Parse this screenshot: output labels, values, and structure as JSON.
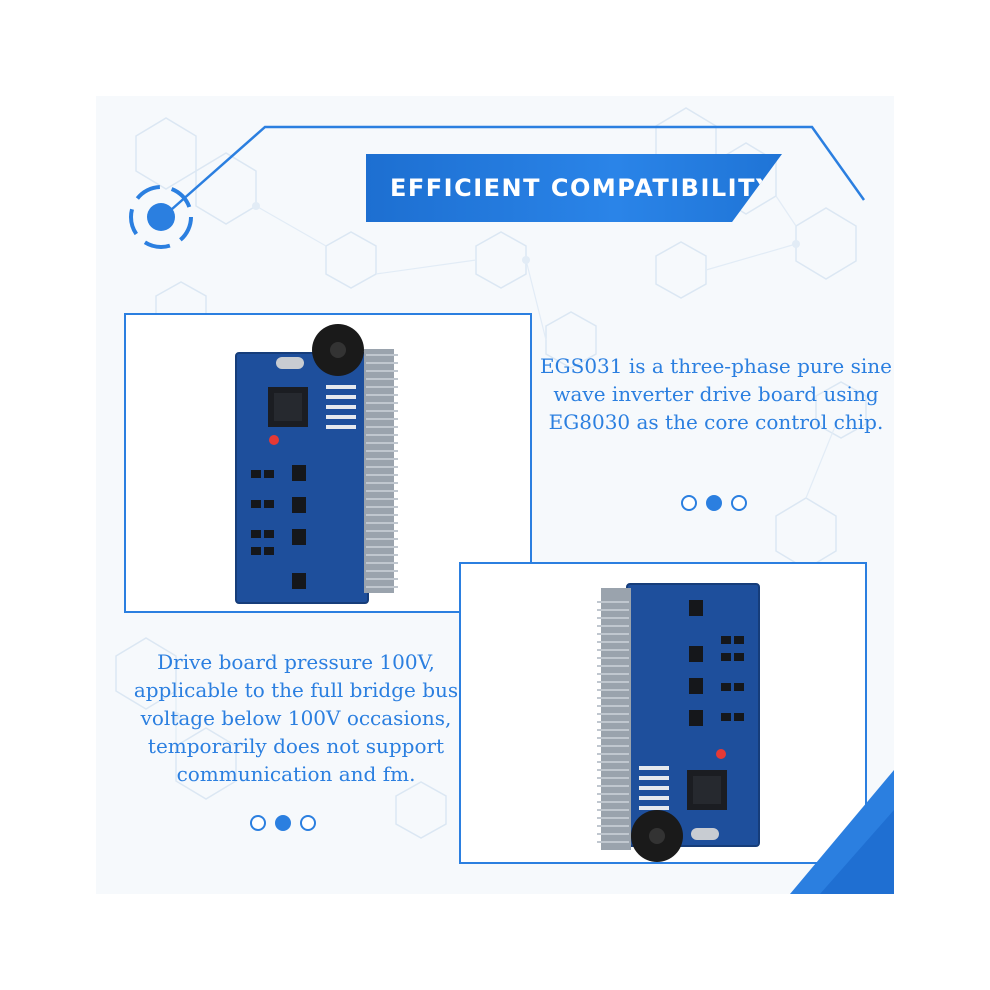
{
  "banner": {
    "title": "EFFICIENT COMPATIBILITY"
  },
  "description_right": "EGS031 is a three-phase pure sine wave inverter drive board using EG8030 as the core control chip.",
  "description_left": "Drive board pressure 100V, applicable to the full bridge bus voltage below 100V occasions, temporarily does not support communication and fm.",
  "pagination_right": {
    "count": 3,
    "active": 1
  },
  "pagination_left": {
    "count": 3,
    "active": 1
  },
  "colors": {
    "accent": "#2b7fe0",
    "pcb": "#1e4f9c",
    "background": "#ffffff"
  },
  "icons": [
    "target-circle-icon",
    "pcb-board-image",
    "hexagon-pattern"
  ]
}
